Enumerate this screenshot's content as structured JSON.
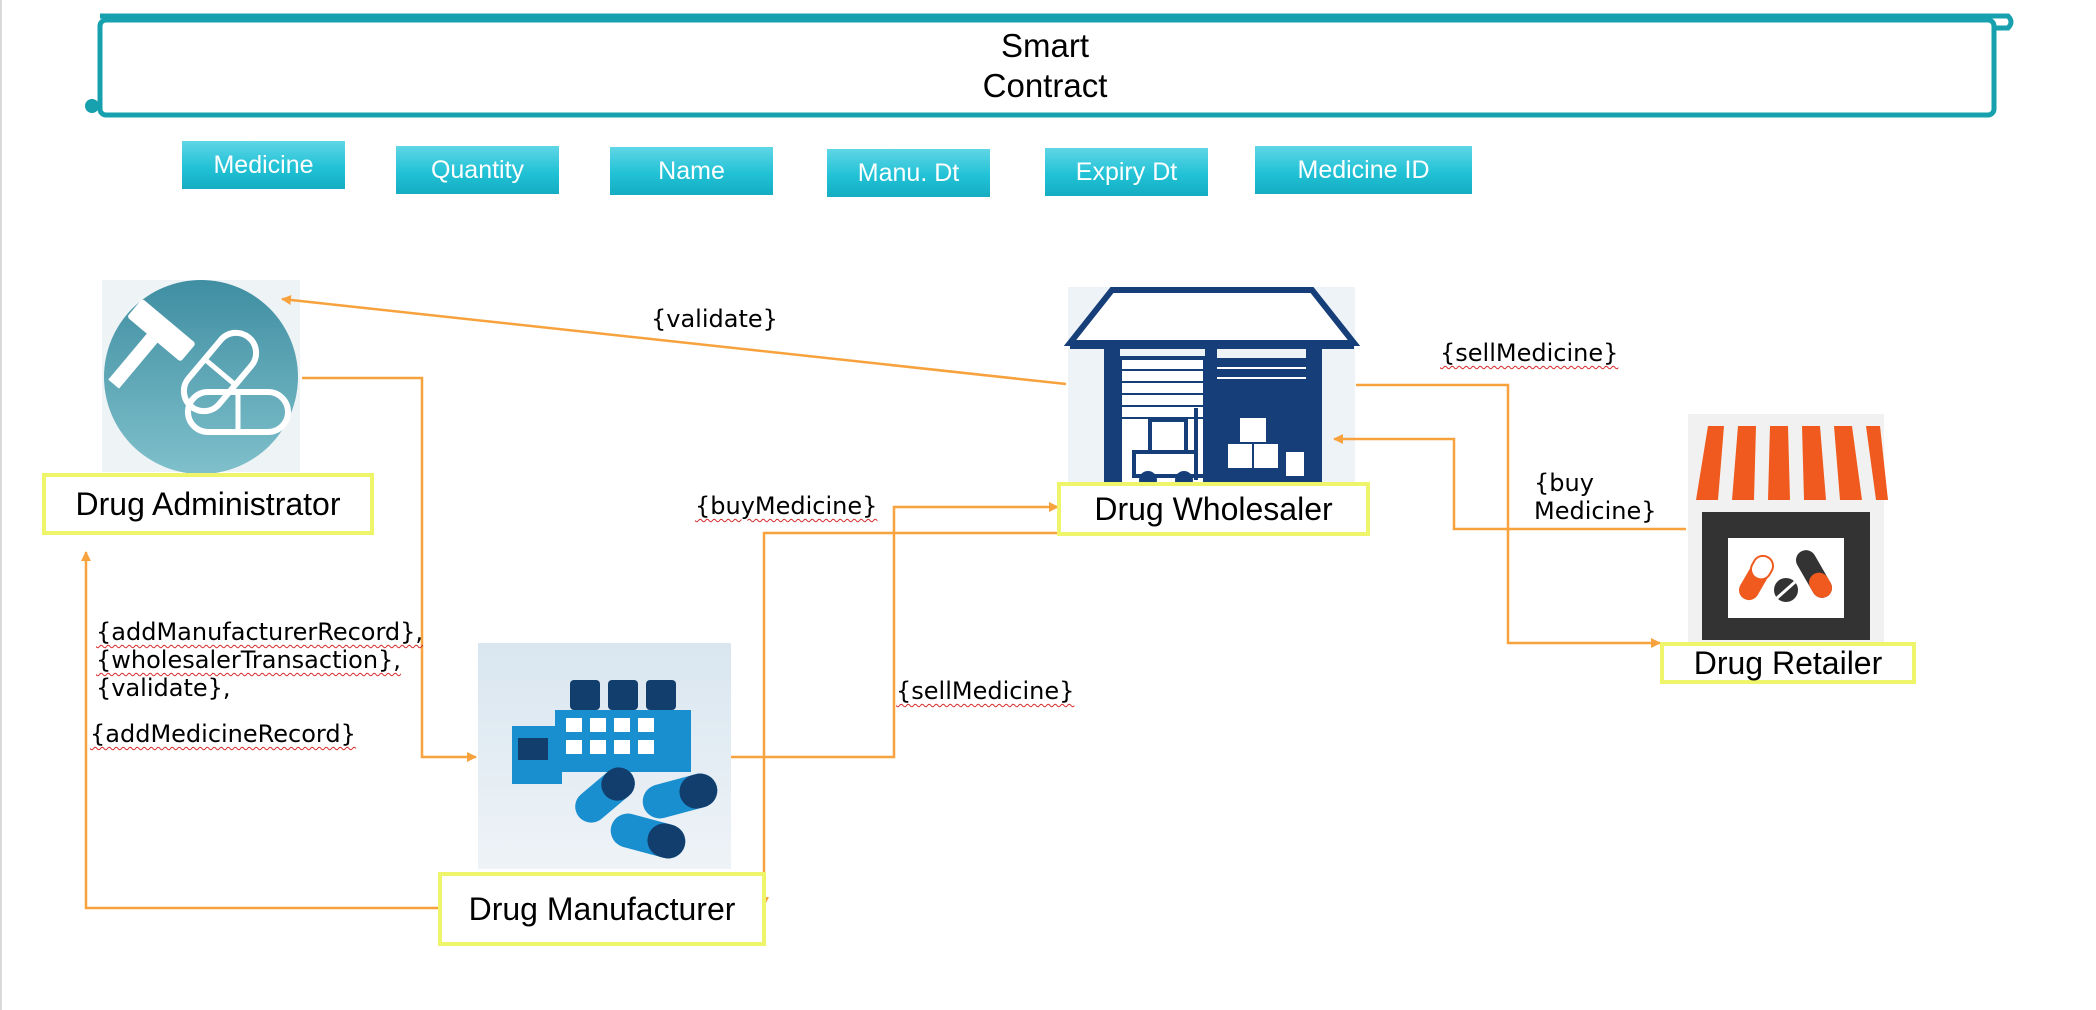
{
  "title": {
    "line1": "Smart",
    "line2": "Contract"
  },
  "fields": [
    "Medicine",
    "Quantity",
    "Name",
    "Manu. Dt",
    "Expiry Dt",
    "Medicine ID"
  ],
  "roles": {
    "administrator": "Drug Administrator",
    "wholesaler": "Drug Wholesaler",
    "retailer": "Drug Retailer",
    "manufacturer": "Drug Manufacturer"
  },
  "edges": {
    "validate": "{validate}",
    "sell_medicine_ws": "{sellMedicine}",
    "buy_medicine_rt_1": "{buy",
    "buy_medicine_rt_2": "Medicine}",
    "buy_medicine_mf": "{buyMedicine}",
    "sell_medicine_mf": "{sellMedicine}",
    "admin_ops": [
      "{addManufacturerRecord},",
      "{wholesalerTransaction},",
      "{validate},",
      "{addMedicineRecord}"
    ]
  },
  "colors": {
    "arrow": "#f7a23c",
    "frame": "#17a0ad",
    "role_border": "#eef56a",
    "field_fill": "#22c2d6",
    "admin_icon": "#4a9aab",
    "warehouse": "#163f7a",
    "store_awning": "#f05a1e",
    "factory": "#1a6aa8"
  }
}
